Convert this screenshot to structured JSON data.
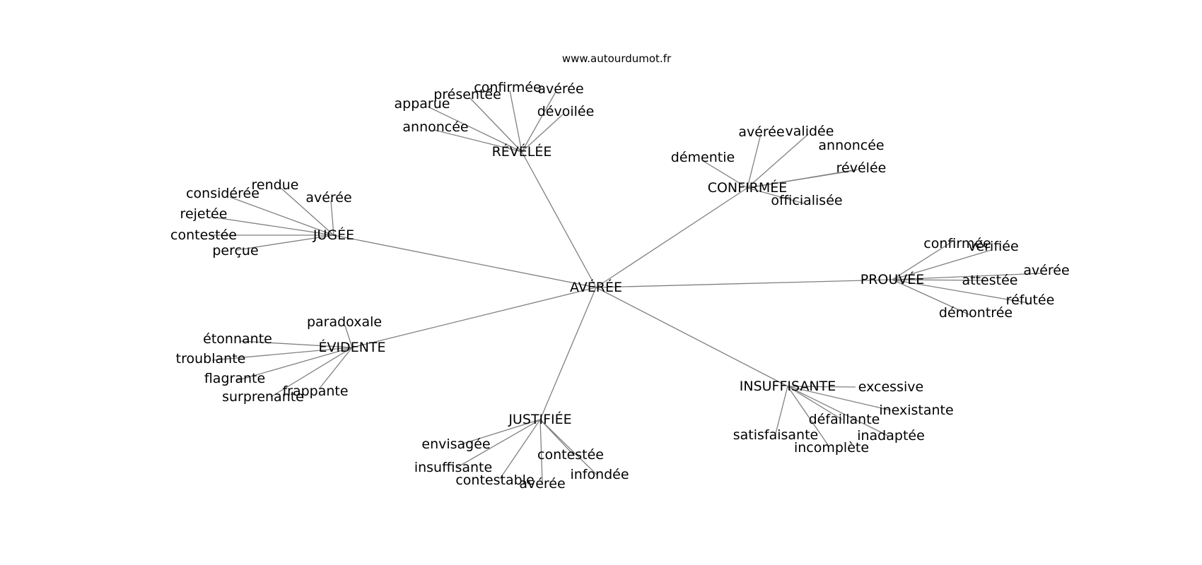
{
  "source": "www.autourdumot.fr",
  "center": "AVÉRÉE",
  "clusters": [
    {
      "hub": "RÉVÉLÉE",
      "words": [
        "apparue",
        "présentée",
        "confirmée",
        "avérée",
        "dévoilée",
        "annoncée"
      ]
    },
    {
      "hub": "CONFIRMÉE",
      "words": [
        "démentie",
        "avérée",
        "validée",
        "annoncée",
        "révélée",
        "officialisée"
      ]
    },
    {
      "hub": "JUGÉE",
      "words": [
        "considérée",
        "rendue",
        "avérée",
        "rejetée",
        "contestée",
        "perçue"
      ]
    },
    {
      "hub": "PROUVÉE",
      "words": [
        "confirmée",
        "vérifiée",
        "avérée",
        "attestée",
        "réfutée",
        "démontrée"
      ]
    },
    {
      "hub": "ÉVIDENTE",
      "words": [
        "paradoxale",
        "étonnante",
        "troublante",
        "flagrante",
        "surprenante",
        "frappante"
      ]
    },
    {
      "hub": "INSUFFISANTE",
      "words": [
        "excessive",
        "inexistante",
        "défaillante",
        "inadaptée",
        "incomplète",
        "satisfaisante"
      ]
    },
    {
      "hub": "JUSTIFIÉE",
      "words": [
        "envisagée",
        "insuffisante",
        "contestable",
        "avérée",
        "contestée",
        "infondée"
      ]
    }
  ]
}
